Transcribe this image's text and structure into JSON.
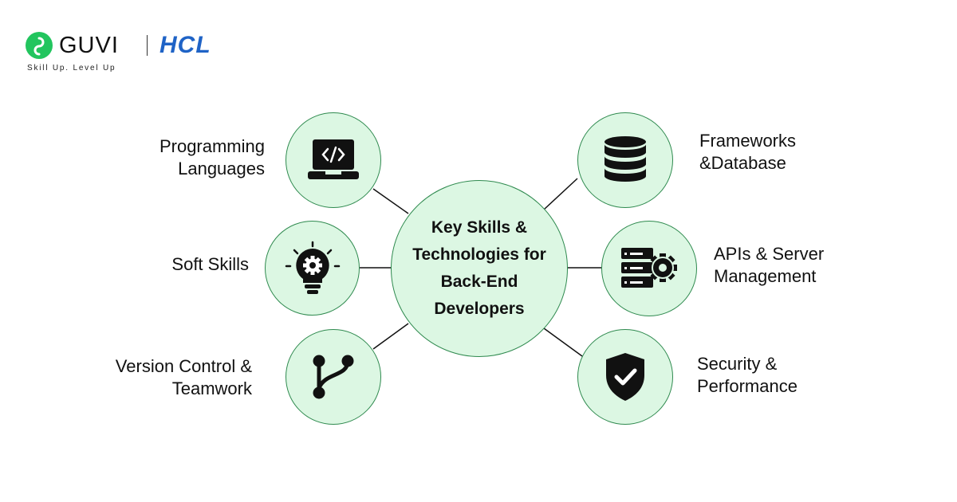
{
  "brand": {
    "guvi": "GUVI",
    "hcl": "HCL",
    "tagline": "Skill Up. Level Up"
  },
  "center": {
    "title": "Key Skills & Technologies for Back-End Developers"
  },
  "skills": [
    {
      "label": "Programming Languages",
      "icon": "laptop-code-icon"
    },
    {
      "label": "Soft Skills",
      "icon": "lightbulb-gear-icon"
    },
    {
      "label": "Version Control & Teamwork",
      "icon": "git-branch-icon"
    },
    {
      "label": "Frameworks &Database",
      "icon": "database-icon"
    },
    {
      "label": "APIs & Server Management",
      "icon": "server-gear-icon"
    },
    {
      "label": "Security & Performance",
      "icon": "shield-check-icon"
    }
  ],
  "colors": {
    "node_fill": "#dcf7e3",
    "node_border": "#2f8a4f",
    "guvi_green": "#22c55e",
    "hcl_blue": "#1f63c6"
  }
}
